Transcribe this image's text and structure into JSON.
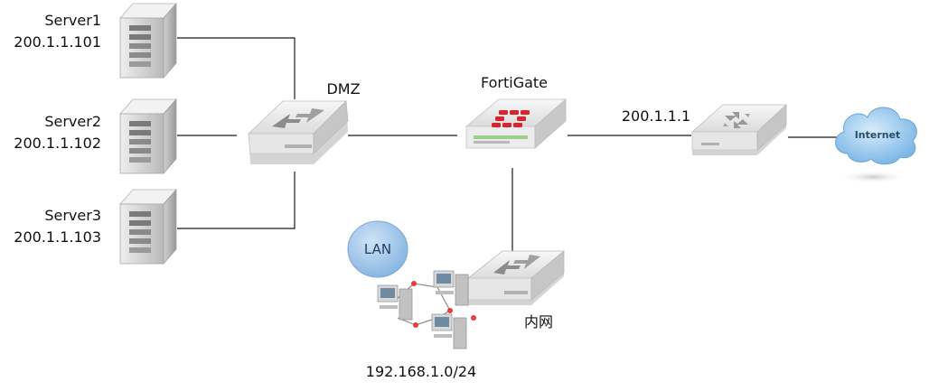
{
  "servers": [
    {
      "name": "Server1",
      "ip": "200.1.1.101"
    },
    {
      "name": "Server2",
      "ip": "200.1.1.102"
    },
    {
      "name": "Server3",
      "ip": "200.1.1.103"
    }
  ],
  "dmz_label": "DMZ",
  "firewall_label": "FortiGate",
  "wan_ip": "200.1.1.1",
  "internet_label": "Internet",
  "lan_label": "LAN",
  "internal_label": "内网",
  "lan_subnet": "192.168.1.0/24",
  "colors": {
    "firewall_red": "#d9232e",
    "cloud_blue": "#8fc3ec",
    "lan_bubble": "#9cc4ea",
    "device_gray": "#e8e8e8",
    "lan_link_dot": "#e2413a"
  }
}
